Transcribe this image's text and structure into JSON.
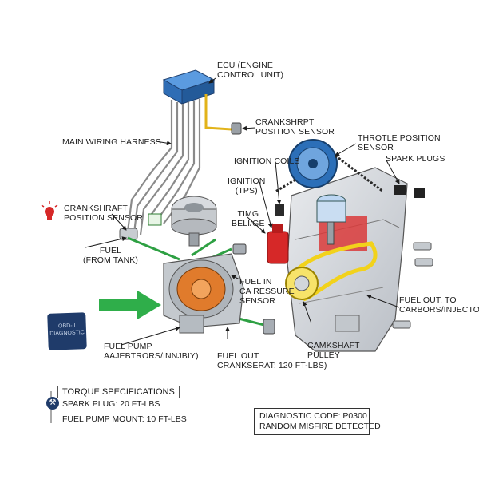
{
  "labels": {
    "ecu": [
      "ECU (ENGINE",
      "CONTROL UNIT)"
    ],
    "crankshaft_sensor_top": [
      "CRANKSHRPT",
      "POSITION SENSOR"
    ],
    "main_wiring_harness": "MAIN WIRING HARNESS",
    "crankshaft_sensor_left": [
      "CRANKSHRAFT",
      "POSITION SENSOR"
    ],
    "throttle_position_sensor": [
      "THROTLE POSITION",
      "SENSOR"
    ],
    "spark_plugs": "SPARK PLUGS",
    "ignition_coils": "IGNITION COILS",
    "ignition_tps": [
      "IGNITION",
      "(TPS)"
    ],
    "timing_belt": [
      "TIMG",
      "BELI/GE"
    ],
    "fuel_from_tank": [
      "FUEL",
      "(FROM TANK)"
    ],
    "fuel_pressure_sensor": [
      "FUEL IN",
      "CA RESSURE",
      "SENSOR"
    ],
    "fuel_out_carbors": [
      "FUEL OUT. TO",
      "CARBORS/INJECTORS)"
    ],
    "fuel_pump": [
      "FUEL PUMP",
      "AAJEBTRORS/INNJBIY)"
    ],
    "fuel_out_crank": [
      "FUEL OUT",
      "CRANKSERAT: 120 FT-LBS)"
    ],
    "camshaft_pulley": [
      "CAMKSHAFT",
      "PULLEY"
    ]
  },
  "obd_card": [
    "OBD-II",
    "DIAGNOSTIC"
  ],
  "torque": {
    "title": "TORQUE SPECIFICATIONS",
    "items": [
      "SPARK PLUG: 20 FT-LBS",
      "FUEL PUMP MOUNT: 10 FT-LBS"
    ]
  },
  "diagnostic": {
    "line1": "DIAGNOSTIC CODE: P0300",
    "line2": "RANDOM MISFIRE DETECTED"
  },
  "colors": {
    "ecu_blue": "#2f6db5",
    "pulley_blue": "#2c6fb8",
    "fuel_line_green": "#2ea043",
    "arrow_green": "#2fae4a",
    "coil_red": "#d62828",
    "belt_yellow": "#f2d21b",
    "wire_gray": "#8a8a8a",
    "engine_gray": "#cfd3d8",
    "copper": "#e07b2c"
  },
  "icons": [
    "alert-bulb-icon",
    "wrench-icon"
  ]
}
